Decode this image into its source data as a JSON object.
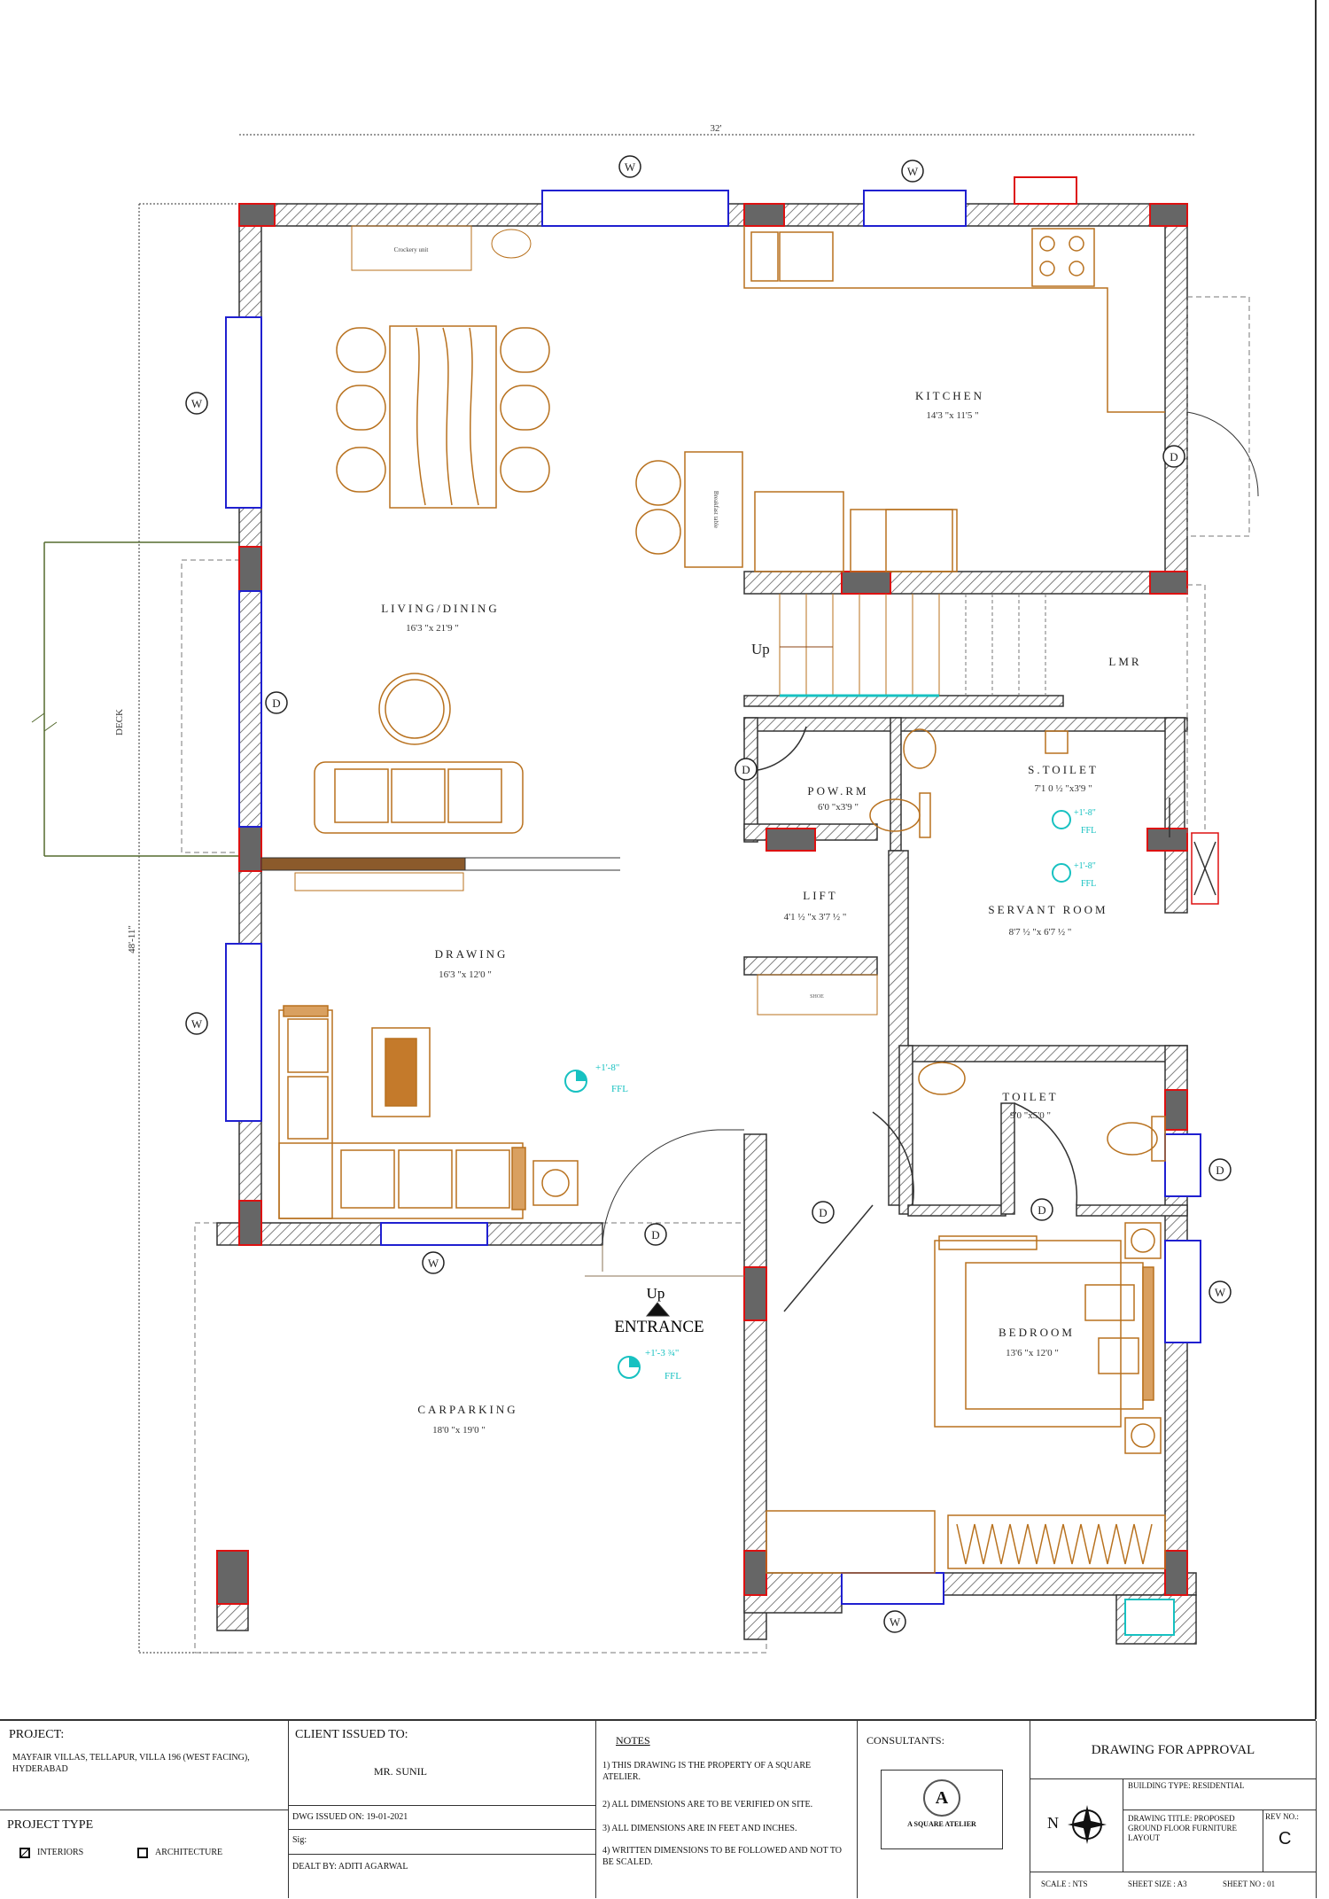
{
  "overall_dimension": "32'",
  "side_dimension": "48'-11\"",
  "rooms": {
    "kitchen": {
      "name": "KITCHEN",
      "size": "14'3 \"x 11'5 \""
    },
    "living": {
      "name": "LIVING/DINING",
      "size": "16'3 \"x 21'9 \""
    },
    "lmr": {
      "name": "LMR"
    },
    "powder": {
      "name": "POW.RM",
      "size": "6'0 \"x3'9 \""
    },
    "stoilet": {
      "name": "S.TOILET",
      "size": "7'1 0 ½ \"x3'9 \""
    },
    "lift": {
      "name": "LIFT",
      "size": "4'1 ½ \"x 3'7 ½ \""
    },
    "servant": {
      "name": "SERVANT ROOM",
      "size": "8'7 ½ \"x 6'7 ½ \""
    },
    "drawing": {
      "name": "DRAWING",
      "size": "16'3 \"x 12'0 \""
    },
    "toilet": {
      "name": "TOILET",
      "size": "9'0 \"x5'0 \""
    },
    "bedroom": {
      "name": "BEDROOM",
      "size": "13'6 \"x 12'0 \""
    },
    "carparking": {
      "name": "CARPARKING",
      "size": "18'0 \"x 19'0 \""
    }
  },
  "labels": {
    "deck": "DECK",
    "entrance": "ENTRANCE",
    "up": "Up",
    "crockery": "Crockery unit",
    "breakfast": "Breakfast table",
    "window_tag": "W",
    "door_tag": "D",
    "level_1": "+1'-8\"",
    "level_2": "+1'-3 ¾\"",
    "level_3": "+1'-8\"",
    "level_4": "+1'-8\"",
    "ffl": "FFL",
    "shoe": "SHOE"
  },
  "titleblock": {
    "project_label": "PROJECT:",
    "project_value": "MAYFAIR VILLAS, TELLAPUR, VILLA 196 (WEST FACING), HYDERABAD",
    "project_type_label": "PROJECT TYPE",
    "interiors": "INTERIORS",
    "architecture": "ARCHITECTURE",
    "client_label": "CLIENT ISSUED TO:",
    "client_value": "MR. SUNIL",
    "dwg_issued": "DWG ISSUED ON: 19-01-2021",
    "sig": "Sig:",
    "dealt_by": "DEALT BY: ADITI AGARWAL",
    "notes_label": "NOTES",
    "note1": "1) THIS DRAWING IS THE PROPERTY OF A SQUARE ATELIER.",
    "note2": "2) ALL DIMENSIONS ARE TO BE VERIFIED ON SITE.",
    "note3": "3) ALL DIMENSIONS ARE IN FEET AND INCHES.",
    "note4": "4) WRITTEN DIMENSIONS TO BE FOLLOWED AND NOT TO BE SCALED.",
    "consultants_label": "CONSULTANTS:",
    "consultant_name": "A SQUARE ATELIER",
    "approval": "DRAWING FOR APPROVAL",
    "building_type": "BUILDING TYPE: RESIDENTIAL",
    "drawing_title": "DRAWING TITLE: PROPOSED GROUND FLOOR FURNITURE LAYOUT",
    "rev_label": "REV NO.:",
    "rev_value": "C",
    "north": "N",
    "scale": "SCALE : NTS",
    "sheet_size": "SHEET SIZE : A3",
    "sheet_no": "SHEET NO : 01"
  }
}
